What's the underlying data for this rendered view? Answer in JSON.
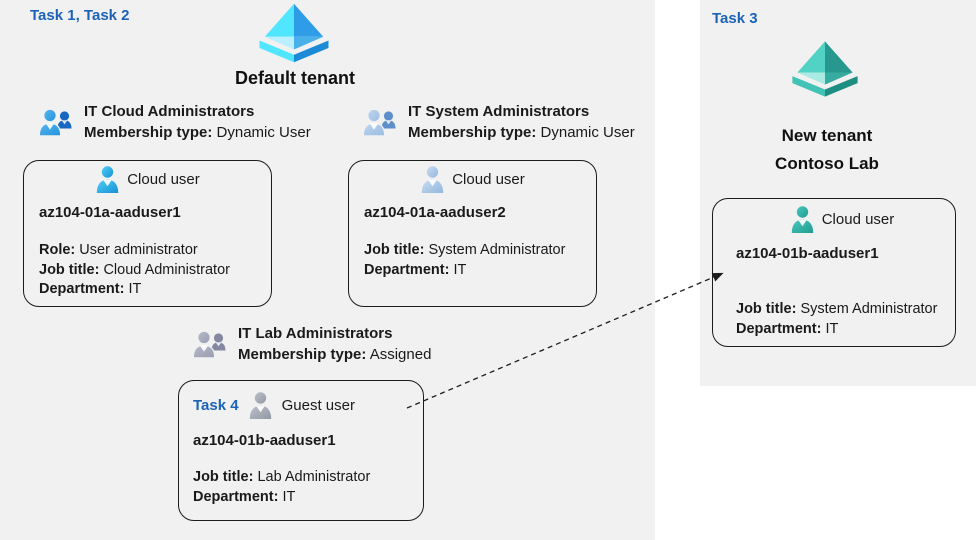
{
  "colors": {
    "task_label_blue": "#1c63b7",
    "panel_background": "#f1f1f1",
    "card_border": "#1c1c1c",
    "tenant_icon_blue_light": "#50e6ff",
    "tenant_icon_blue_dark": "#1d8ad8",
    "tenant_icon_teal_light": "#52d1c5",
    "tenant_icon_teal_dark": "#1e8e83"
  },
  "icons": {
    "default_tenant": "azure-ad-pyramid-blue",
    "new_tenant": "azure-ad-pyramid-teal",
    "group_blue": "two-people-blue",
    "group_pale": "two-people-pale-blue",
    "group_gray": "two-people-gray",
    "cloud_user_blue": "person-blue",
    "cloud_user_pale": "person-pale-blue",
    "guest_user": "person-gray",
    "cloud_user_teal": "person-teal"
  },
  "left_panel": {
    "task_label": "Task 1, Task 2",
    "tenant_name": "Default tenant",
    "groups": [
      {
        "name": "IT Cloud Administrators",
        "membership_label": "Membership type:",
        "membership_value": "Dynamic User",
        "user": {
          "type_label": "Cloud user",
          "username": "az104-01a-aaduser1",
          "fields": [
            {
              "label": "Role:",
              "value": "User administrator"
            },
            {
              "label": "Job title:",
              "value": "Cloud Administrator"
            },
            {
              "label": "Department:",
              "value": "IT"
            }
          ]
        }
      },
      {
        "name": "IT System Administrators",
        "membership_label": "Membership type:",
        "membership_value": "Dynamic User",
        "user": {
          "type_label": "Cloud user",
          "username": "az104-01a-aaduser2",
          "fields": [
            {
              "label": "Job title:",
              "value": "System Administrator"
            },
            {
              "label": "Department:",
              "value": "IT"
            }
          ]
        }
      },
      {
        "name": "IT Lab Administrators",
        "membership_label": "Membership type:",
        "membership_value": "Assigned",
        "user": {
          "task_label": "Task 4",
          "type_label": "Guest user",
          "username": "az104-01b-aaduser1",
          "fields": [
            {
              "label": "Job title:",
              "value": "Lab Administrator"
            },
            {
              "label": "Department:",
              "value": "IT"
            }
          ]
        }
      }
    ]
  },
  "right_panel": {
    "task_label": "Task 3",
    "tenant_name_line1": "New tenant",
    "tenant_name_line2": "Contoso Lab",
    "user": {
      "type_label": "Cloud user",
      "username": "az104-01b-aaduser1",
      "fields": [
        {
          "label": "Job title:",
          "value": "System Administrator"
        },
        {
          "label": "Department:",
          "value": "IT"
        }
      ]
    }
  }
}
